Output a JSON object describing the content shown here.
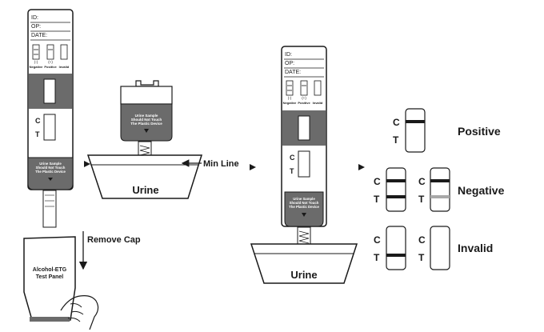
{
  "panel_left": {
    "id_label": "ID:",
    "op_label": "OP:",
    "date_label": "DATE:",
    "legend": [
      {
        "sign": "(-)",
        "name": "Negative"
      },
      {
        "sign": "(+)",
        "name": "Positive"
      },
      {
        "sign": "",
        "name": "Invalid"
      }
    ],
    "c_label": "C",
    "t_label": "T",
    "warning": [
      "Urine Sample",
      "Should Not Touch",
      "The Plastic Device"
    ]
  },
  "dip_step": {
    "warning": [
      "Urine Sample",
      "Should Not Touch",
      "The Plastic Device"
    ],
    "min_line_label": "Min Line",
    "cup_label": "Urine"
  },
  "cap_step": {
    "remove_cap_label": "Remove Cap",
    "cap_text": [
      "Alcohol-ETG",
      "Test Panel"
    ]
  },
  "panel_right": {
    "id_label": "ID:",
    "op_label": "OP:",
    "date_label": "DATE:",
    "legend": [
      {
        "sign": "(-)",
        "name": "Negative"
      },
      {
        "sign": "(+)",
        "name": "Positive"
      },
      {
        "sign": "",
        "name": "Invalid"
      }
    ],
    "c_label": "C",
    "t_label": "T",
    "warning": [
      "Urine Sample",
      "Should Not Touch",
      "The Plastic Device"
    ],
    "cup_label": "Urine"
  },
  "results": {
    "c_label": "C",
    "t_label": "T",
    "positive_label": "Positive",
    "negative_label": "Negative",
    "invalid_label": "Invalid"
  },
  "colors": {
    "ink": "#1a1a1a",
    "gray": "#6b6b6b",
    "light_gray": "#a8a8a8"
  }
}
